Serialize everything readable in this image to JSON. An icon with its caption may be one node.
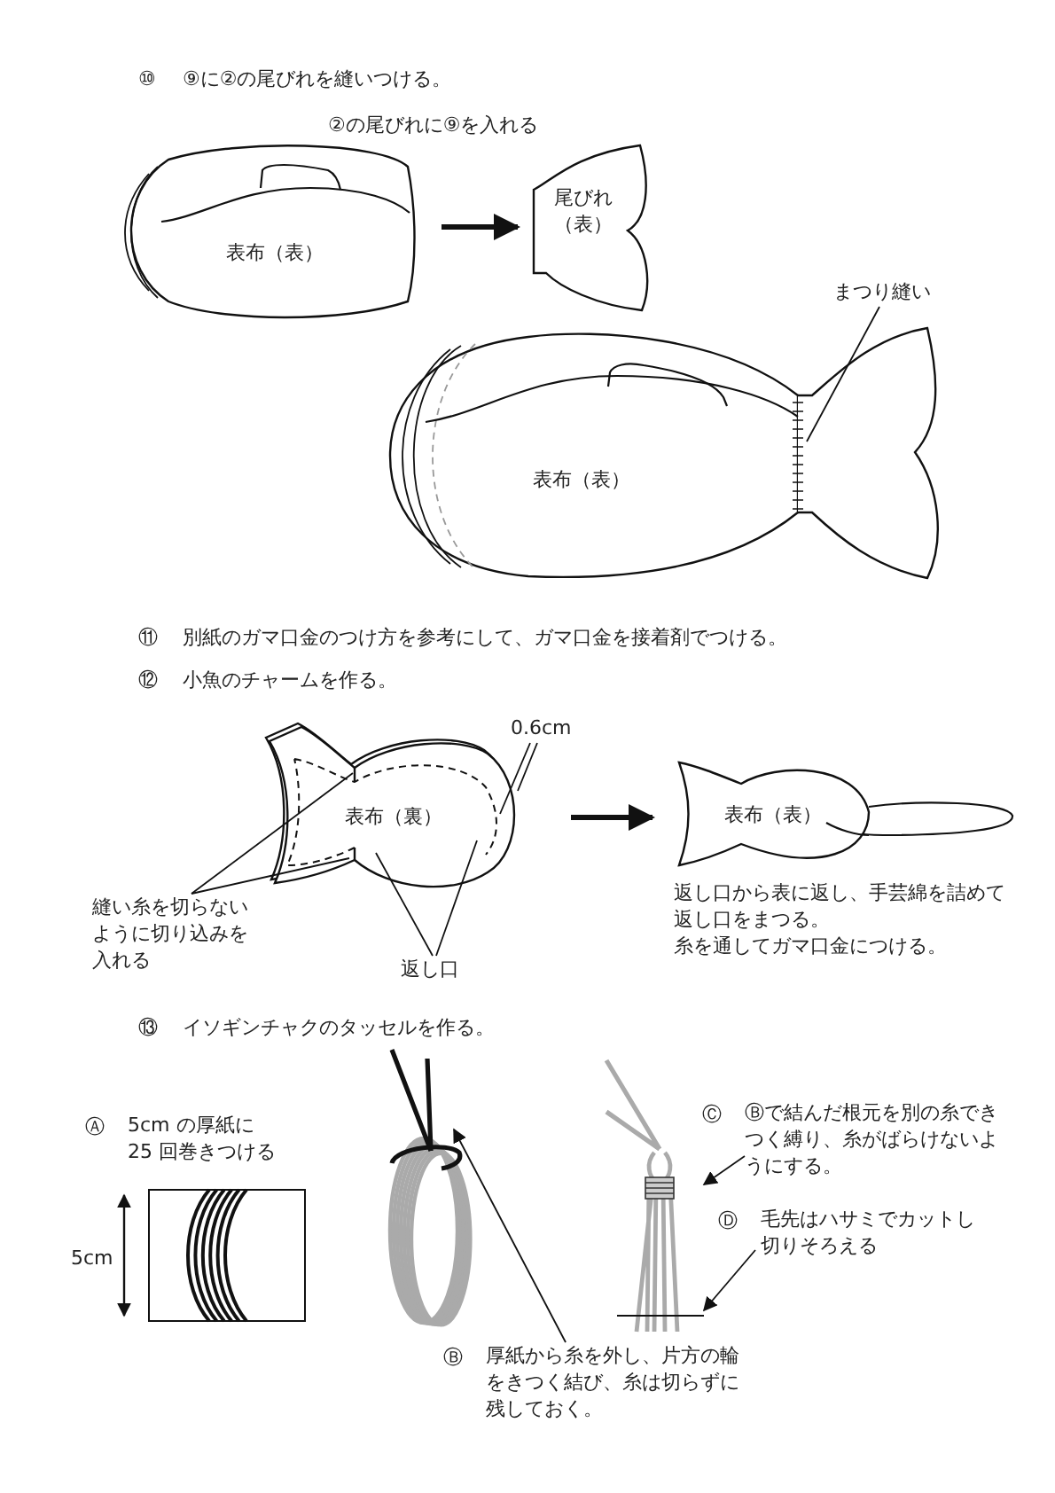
{
  "diagram": {
    "nodes": [
      {
        "text": [
          "表布（表）"
        ]
      },
      {
        "text": [
          "尾びれ（表）"
        ]
      },
      {
        "text": [
          "表布（表）"
        ]
      },
      {
        "text": [
          "まつり縫い"
        ]
      },
      {
        "text": [
          "表布（裏）"
        ]
      },
      {
        "text": [
          "0.6cm"
        ]
      },
      {
        "text": [
          "縫い糸を切らないように切り込みを入れる"
        ]
      },
      {
        "text": [
          "返し口"
        ]
      },
      {
        "text": [
          "表布（表）"
        ],
        "beside": [
          "返し口から表に返し、手芸綿を詰めて返し口をまつる。",
          "糸を通してガマ口金につける。"
        ]
      },
      {
        "text": [],
        "shape": "picture"
      },
      {
        "text": [],
        "shape": "picture"
      },
      {
        "text": [
          "Ⓒ",
          "Ⓑで結んだ根元を別の糸できつく縛り、糸がばらけないようにする。"
        ]
      },
      {
        "text": [
          "Ⓓ",
          "毛先はハサミでカットし切りそろえる"
        ]
      },
      {
        "text": [
          "Ⓑ",
          "厚紙から糸を外し、片方の輪をきつく結び、糸は切らずに残しておく。"
        ]
      }
    ],
    "edges": [
      {
        "from": 0,
        "to": 1,
        "arrow": "to",
        "style": "thick"
      },
      {
        "from": 3,
        "to": 2,
        "arrow": "none"
      },
      {
        "from": 5,
        "to": 4,
        "arrow": "none"
      },
      {
        "from": 5,
        "to": 4,
        "arrow": "none"
      },
      {
        "from": 6,
        "to": 4,
        "arrow": "none"
      },
      {
        "from": 6,
        "to": 4,
        "arrow": "none"
      },
      {
        "from": 7,
        "to": 4,
        "arrow": "none"
      },
      {
        "from": 7,
        "to": 4,
        "arrow": "none"
      },
      {
        "from": 4,
        "to": 8,
        "arrow": "to",
        "style": "thick"
      },
      {
        "from": 13,
        "to": 9,
        "arrow": "to"
      },
      {
        "from": 11,
        "to": 10,
        "arrow": "to"
      },
      {
        "from": 12,
        "to": 10,
        "arrow": "to"
      }
    ],
    "labels": [
      "⑩",
      "⑨に②の尾びれを縫いつける。",
      "②の尾びれに⑨を入れる",
      "⑪",
      "別紙のガマ口金のつけ方を参考にして、ガマ口金を接着剤でつける。",
      "⑫",
      "小魚のチャームを作る。",
      "⑬",
      "イソギンチャクのタッセルを作る。",
      "Ⓐ",
      "5cm の厚紙に 25 回巻きつける",
      "5cm"
    ]
  }
}
